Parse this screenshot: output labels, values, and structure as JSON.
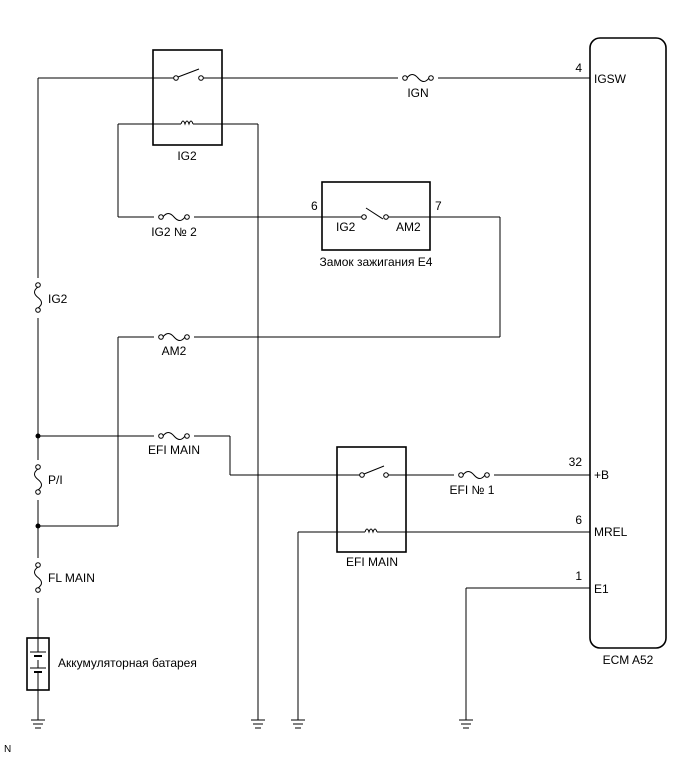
{
  "relays": {
    "ig2": "IG2",
    "efi_main": "EFI MAIN"
  },
  "fuses": {
    "ign": "IGN",
    "ig2_no2": "IG2 № 2",
    "ig2": "IG2",
    "am2": "AM2",
    "efi_main": "EFI MAIN",
    "p_i": "P/I",
    "fl_main": "FL MAIN",
    "efi_no1": "EFI № 1"
  },
  "ignition_switch": {
    "name": "Замок зажигания E4",
    "pin_left": "6",
    "pin_right": "7",
    "term_left": "IG2",
    "term_right": "AM2"
  },
  "battery": {
    "name": "Аккумуляторная батарея"
  },
  "ecm": {
    "name": "ECM A52",
    "pins": [
      {
        "num": "4",
        "label": "IGSW"
      },
      {
        "num": "32",
        "label": "+B"
      },
      {
        "num": "6",
        "label": "MREL"
      },
      {
        "num": "1",
        "label": "E1"
      }
    ]
  },
  "corner_mark": "N"
}
